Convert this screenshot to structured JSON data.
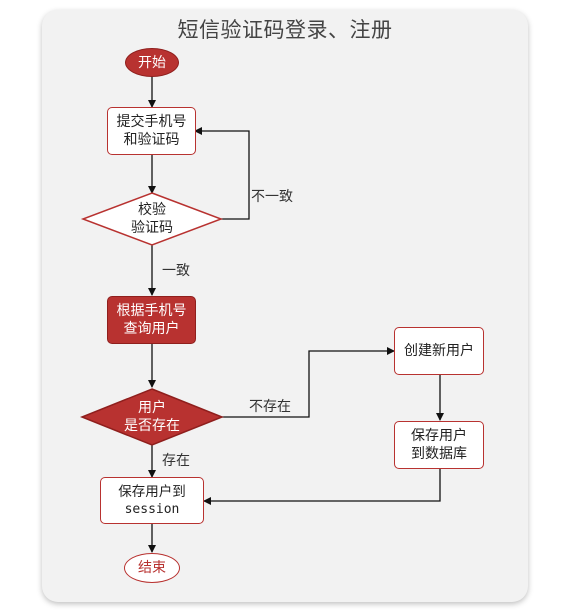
{
  "title": "短信验证码登录、注册",
  "nodes": {
    "start": "开始",
    "submit": "提交手机号\n和验证码",
    "verify": "校验\n验证码",
    "query": "根据手机号\n查询用户",
    "exists": "用户\n是否存在",
    "create": "创建新用户",
    "save_db": "保存用户\n到数据库",
    "save_session": "保存用户到\nsession",
    "end": "结束"
  },
  "edges": {
    "mismatch": "不一致",
    "match": "一致",
    "not_exist": "不存在",
    "exist": "存在"
  },
  "colors": {
    "accent": "#b83230",
    "background": "#f2f2f2"
  }
}
